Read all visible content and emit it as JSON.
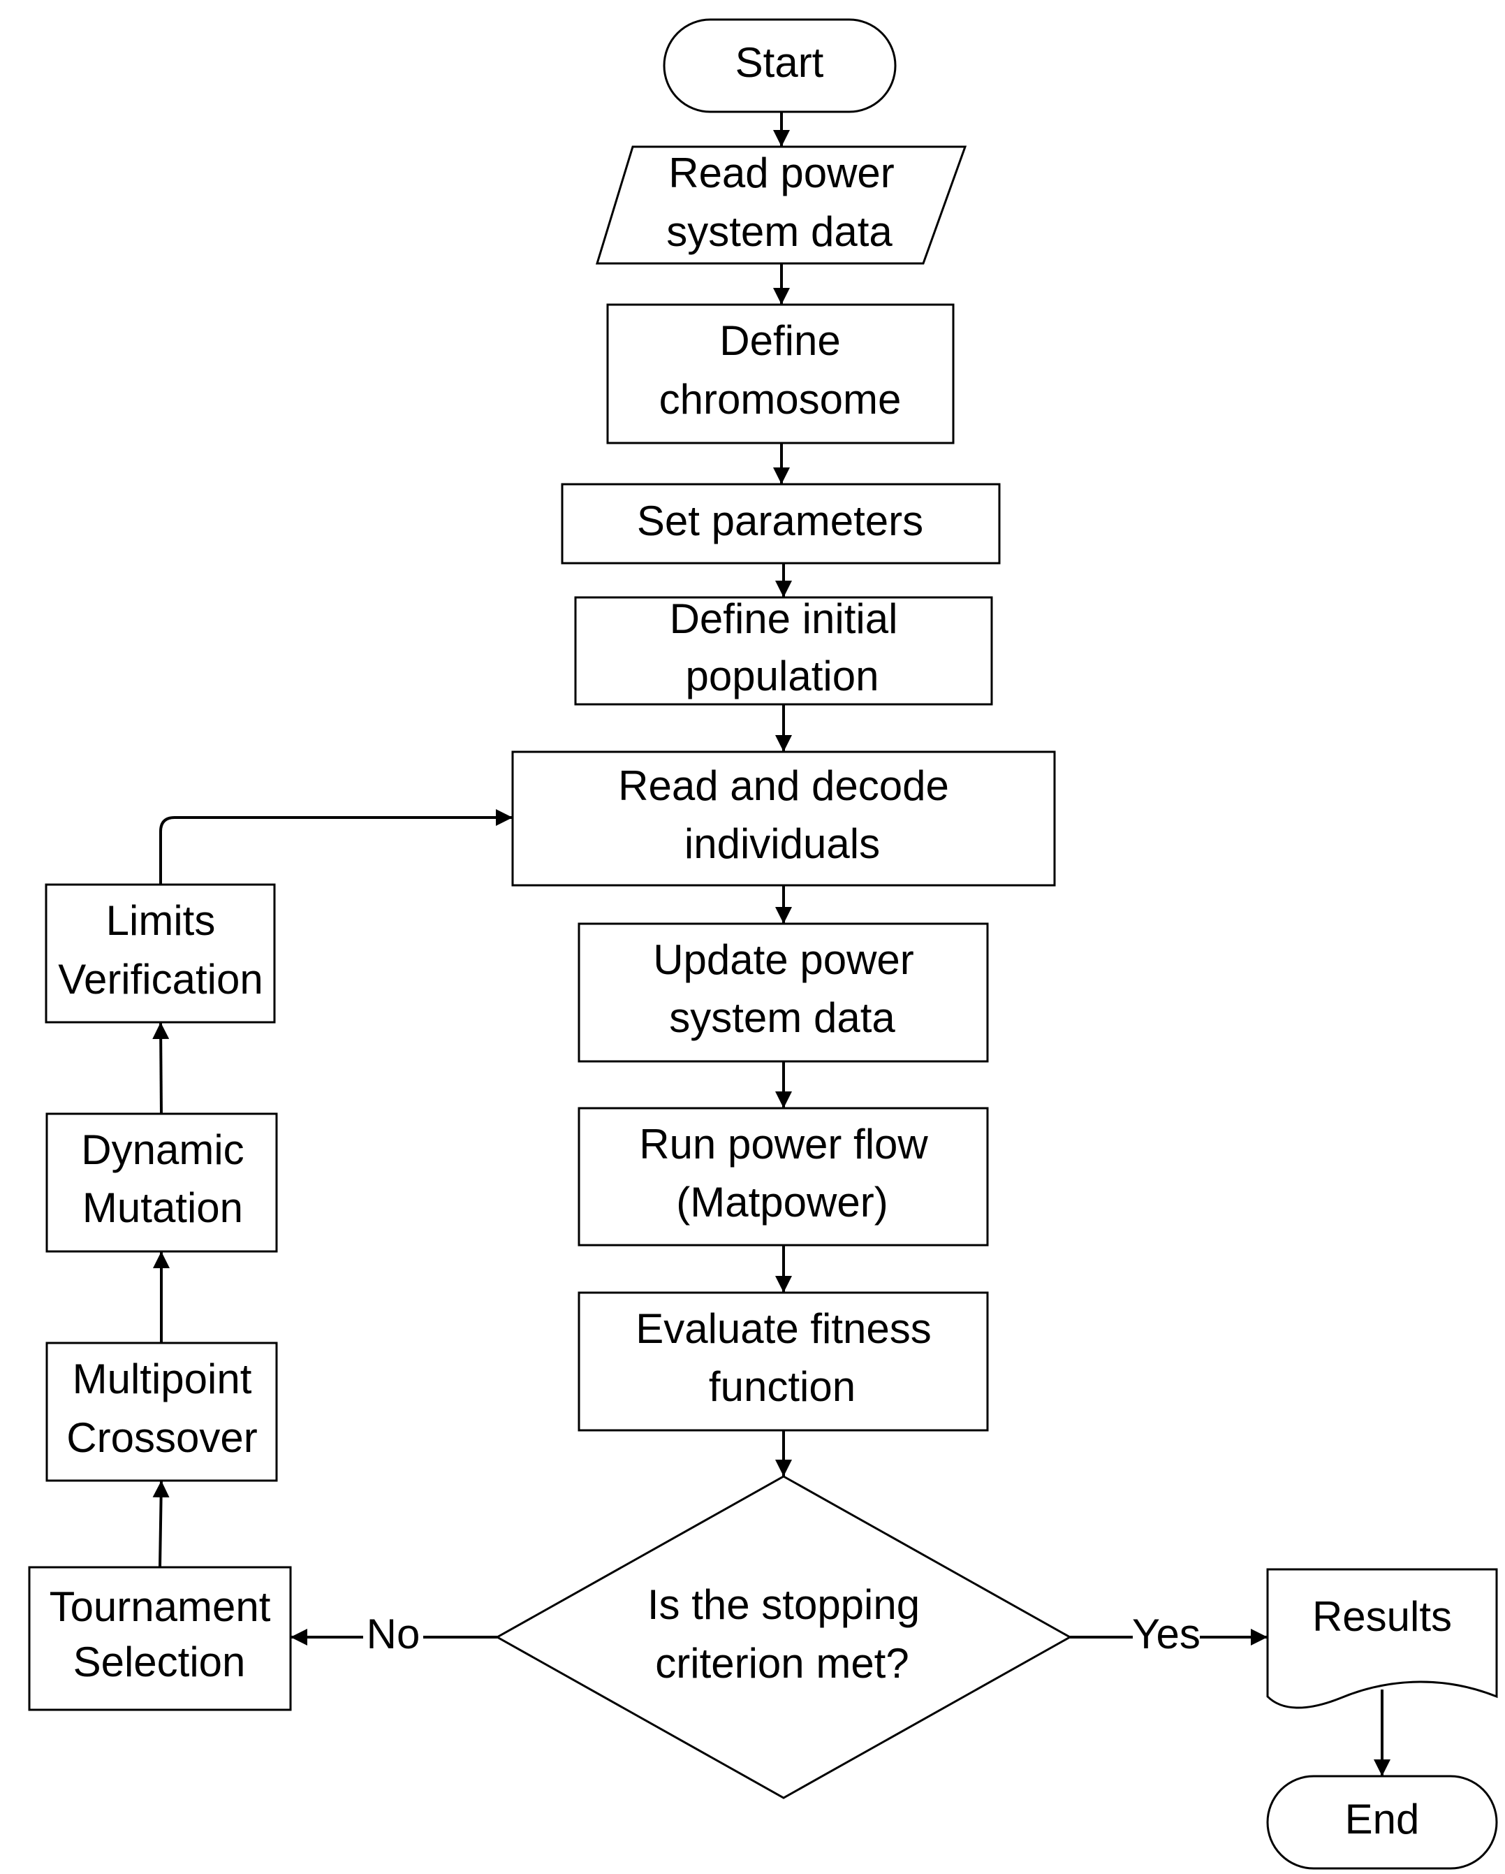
{
  "nodes": {
    "start": "Start",
    "read_data_1": "Read power",
    "read_data_2": "system data",
    "define_chromosome_1": "Define",
    "define_chromosome_2": "chromosome",
    "set_parameters": "Set parameters",
    "initial_population_1": "Define initial",
    "initial_population_2": "population",
    "read_decode_1": "Read and decode",
    "read_decode_2": "individuals",
    "update_data_1": "Update power",
    "update_data_2": "system data",
    "power_flow_1": "Run power flow",
    "power_flow_2": "(Matpower)",
    "fitness_1": "Evaluate fitness",
    "fitness_2": "function",
    "decision_1": "Is the stopping",
    "decision_2": "criterion met?",
    "results": "Results",
    "end": "End",
    "tournament_1": "Tournament",
    "tournament_2": "Selection",
    "crossover_1": "Multipoint",
    "crossover_2": "Crossover",
    "mutation_1": "Dynamic",
    "mutation_2": "Mutation",
    "limits_1": "Limits",
    "limits_2": "Verification"
  },
  "edges": {
    "no_label": "No",
    "yes_label": "Yes"
  },
  "colors": {
    "stroke": "#000000",
    "fill": "#ffffff",
    "text": "#000000"
  }
}
